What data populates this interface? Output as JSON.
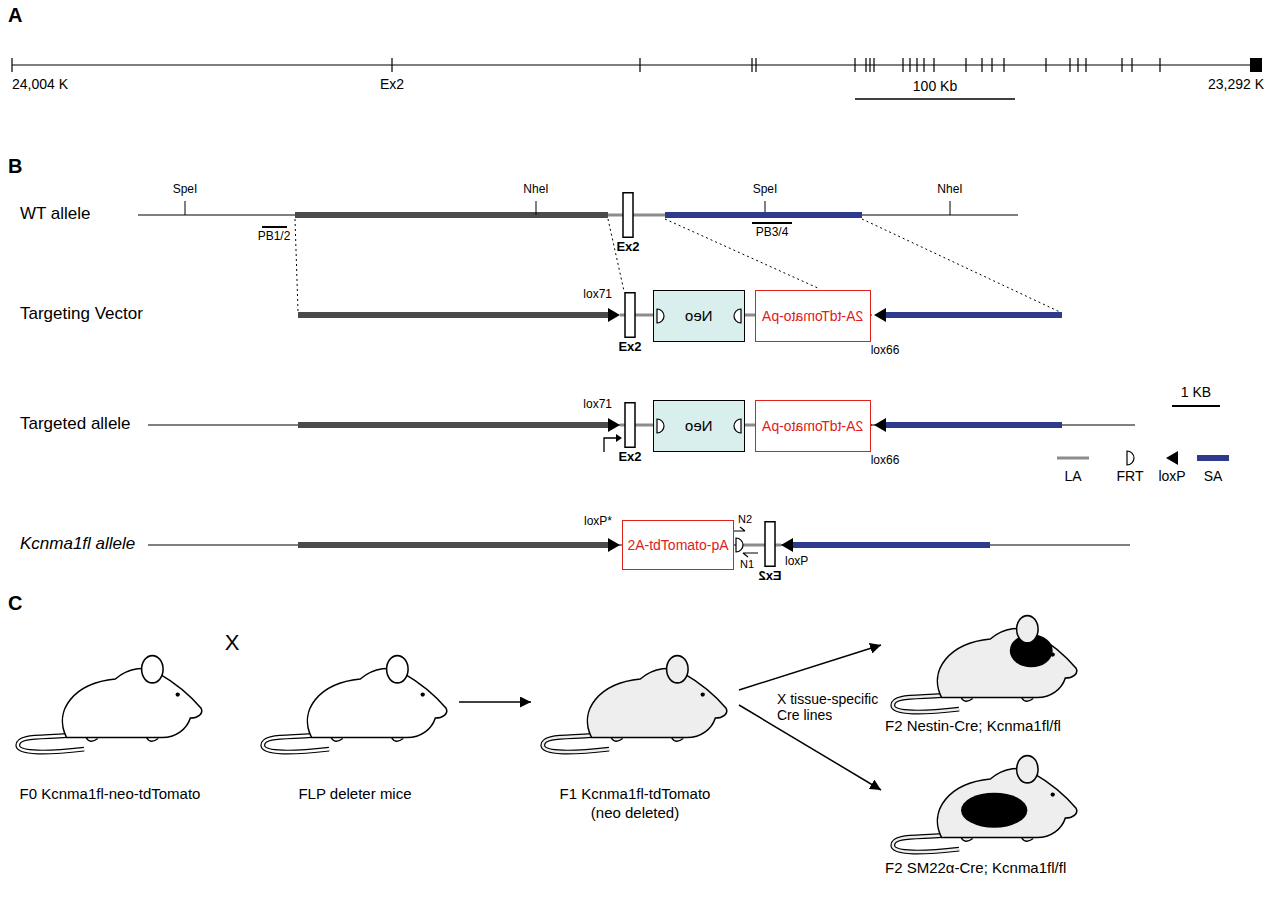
{
  "diagram": {
    "nodes": [
      {
        "text": [
          "Ex2"
        ]
      },
      {
        "text": [
          "Ex2"
        ]
      },
      {
        "text": [
          "Neo"
        ]
      },
      {
        "text": [
          "2A-tdTomato-pA"
        ]
      },
      {
        "text": [
          "Ex2"
        ]
      },
      {
        "text": [
          "Neo"
        ]
      },
      {
        "text": [
          "2A-tdTomato-pA"
        ]
      },
      {
        "text": [
          "2A-tdTomato-pA"
        ]
      },
      {
        "text": [
          "Ex2"
        ]
      },
      {
        "text": [
          "F0 Kcnma1fl-neo-tdTomato"
        ]
      },
      {
        "text": [
          "FLP deleter mice"
        ]
      },
      {
        "text": [
          "F1 Kcnma1fl-tdTomato",
          "(neo deleted)"
        ]
      },
      {
        "text": [
          "F2 Nestin-Cre; Kcnma1fl/fl"
        ]
      },
      {
        "text": [
          "F2 SM22α-Cre; Kcnma1fl/fl"
        ]
      }
    ],
    "edges": [
      {
        "from": 10,
        "to": 11,
        "arrow": "to"
      },
      {
        "from": 11,
        "to": 12,
        "arrow": "to"
      },
      {
        "from": 11,
        "to": 13,
        "arrow": "to"
      }
    ],
    "labels": [
      "A",
      "24,004 K",
      "Ex2",
      "100 Kb",
      "23,292 K",
      "B",
      "WT allele",
      "SpeI",
      "NheI",
      "SpeI",
      "NheI",
      "PB1/2",
      "PB3/4",
      "Targeting Vector",
      "lox71",
      "lox66",
      "Targeted allele",
      "lox71",
      "lox66",
      "1 KB",
      "Kcnma1fl allele",
      "loxP*",
      "N2",
      "N1",
      "loxP",
      "C",
      "X",
      "X tissue-specific Cre lines"
    ],
    "legend": [
      {
        "text": "LA"
      },
      {
        "text": "FRT"
      },
      {
        "text": "loxP"
      },
      {
        "text": "SA"
      }
    ]
  }
}
